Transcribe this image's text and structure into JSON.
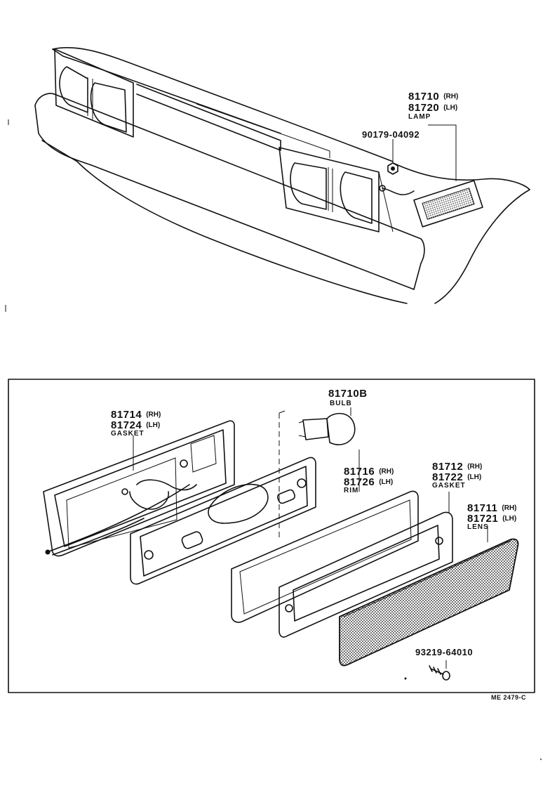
{
  "top_labels": {
    "lamp": {
      "rh": "81710",
      "rh_side": "(RH)",
      "lh": "81720",
      "lh_side": "(LH)",
      "name": "LAMP"
    },
    "nut": {
      "part": "90179-04092"
    }
  },
  "bottom_labels": {
    "bulb": {
      "part": "81710B",
      "name": "BULB"
    },
    "gasket_rear": {
      "rh": "81714",
      "rh_side": "(RH)",
      "lh": "81724",
      "lh_side": "(LH)",
      "name": "GASKET"
    },
    "rim": {
      "rh": "81716",
      "rh_side": "(RH)",
      "lh": "81726",
      "lh_side": "(LH)",
      "name": "RIM"
    },
    "gasket_front": {
      "rh": "81712",
      "rh_side": "(RH)",
      "lh": "81722",
      "lh_side": "(LH)",
      "name": "GASKET"
    },
    "lens": {
      "rh": "81711",
      "rh_side": "(RH)",
      "lh": "81721",
      "lh_side": "(LH)",
      "name": "LENS"
    },
    "screw": {
      "part": "93219-64010"
    }
  },
  "reference": "ME 2479-C"
}
